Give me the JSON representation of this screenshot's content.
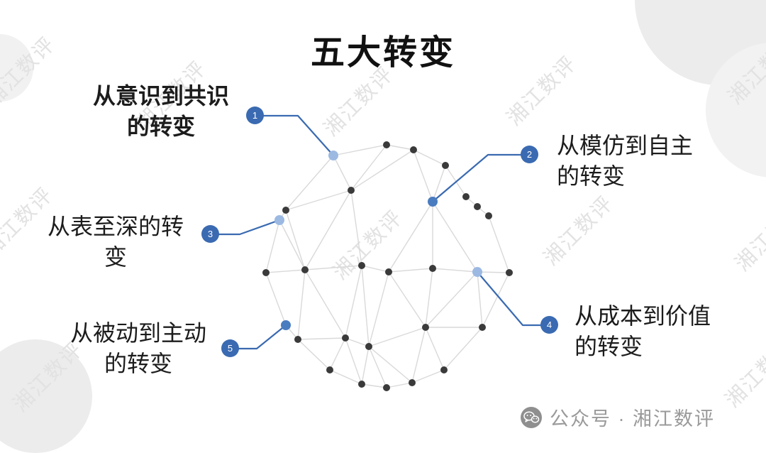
{
  "title": "五大转变",
  "watermark": {
    "text": "湘江数评"
  },
  "callouts": [
    {
      "number": "1",
      "line1": "从意识到共识",
      "line2": "的转变"
    },
    {
      "number": "2",
      "line1": "从模仿到自主",
      "line2": "的转变"
    },
    {
      "number": "3",
      "line1": "从表至深的转",
      "line2": "变"
    },
    {
      "number": "4",
      "line1": "从成本到价值",
      "line2": "的转变"
    },
    {
      "number": "5",
      "line1": "从被动到主动",
      "line2": "的转变"
    }
  ],
  "footer": {
    "text": "公众号 · 湘江数评"
  },
  "colors": {
    "accent_blue": "#3a6ab1",
    "strong_blue": "#4a7cc0",
    "light_blue": "#9cb9e2",
    "dot_dark": "#3a3a3a",
    "mesh_line": "#d9d9d9",
    "watermark_gray": "#e2e2e2",
    "footer_gray": "#9a9a9a"
  }
}
